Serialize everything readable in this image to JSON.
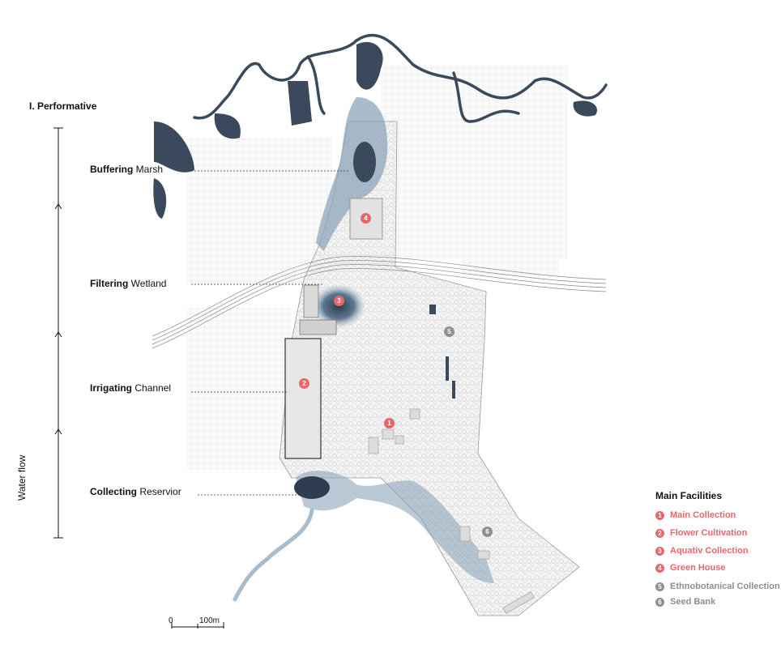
{
  "section_title": "I. Performative",
  "axis_label": "Water flow",
  "stages": [
    {
      "bold": "Buffering",
      "rest": " Marsh"
    },
    {
      "bold": "Filtering",
      "rest": " Wetland"
    },
    {
      "bold": "Irrigating",
      "rest": " Channel"
    },
    {
      "bold": "Collecting",
      "rest": " Reservior"
    }
  ],
  "legend": {
    "title": "Main Facilities",
    "items": [
      {
        "num": "1",
        "label": "Main Collection",
        "color": "red"
      },
      {
        "num": "2",
        "label": "Flower Cultivation",
        "color": "red"
      },
      {
        "num": "3",
        "label": "Aquativ Collection",
        "color": "red"
      },
      {
        "num": "4",
        "label": "Green House",
        "color": "red"
      },
      {
        "num": "5",
        "label": "Ethnobotanical Collection",
        "color": "grey"
      },
      {
        "num": "6",
        "label": "Seed Bank",
        "color": "grey"
      }
    ]
  },
  "scale": {
    "start": "0",
    "end": "100m"
  },
  "colors": {
    "accent_red": "#e8676b",
    "grey": "#8f8f8f",
    "river": "#3a4a5c",
    "wetland": "#6f8aa3"
  }
}
